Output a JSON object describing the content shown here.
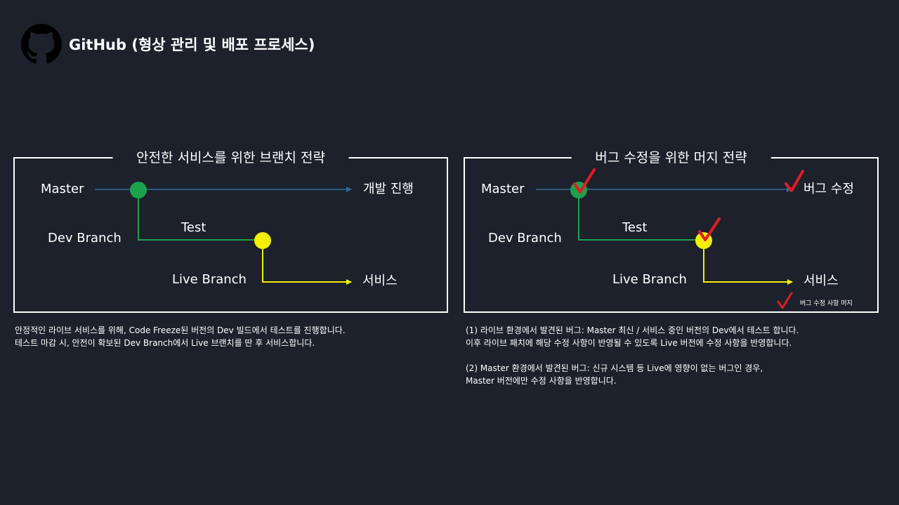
{
  "header": {
    "logo_icon": "github-octocat-icon",
    "title": "GitHub (형상 관리 및 배포 프로세스)"
  },
  "colors": {
    "background": "#1c212b",
    "master_line": "#2f6a9a",
    "dev_branch": "#1aa34a",
    "live_branch": "#f5ef00",
    "check_mark": "#e21b25"
  },
  "left_panel": {
    "title": "안전한 서비스를 위한 브랜치 전략",
    "labels": {
      "master": "Master",
      "dev_branch": "Dev Branch",
      "test": "Test",
      "live_branch": "Live Branch",
      "develop": "개발 진행",
      "service": "서비스"
    },
    "notes": [
      "안정적인 라이브 서비스를 위해, Code Freeze된 버전의 Dev 빌드에서 테스트를 진행합니다.",
      "테스트 마감 시, 안전이 확보된 Dev Branch에서 Live 브랜치를 딴 후 서비스합니다."
    ]
  },
  "right_panel": {
    "title": "버그 수정을 위한 머지 전략",
    "labels": {
      "master": "Master",
      "dev_branch": "Dev Branch",
      "test": "Test",
      "live_branch": "Live Branch",
      "bug_fix": "버그 수정",
      "service": "서비스",
      "legend": "버그 수정 사항 머지"
    },
    "notes": [
      "(1) 라이브 환경에서 발견된 버그: Master 최신 / 서비스 중인 버전의 Dev에서 테스트 합니다.",
      "이후 라이브 패치에 해당 수정 사항이 반영될 수 있도록 Live 버전에 수정 사항을 반영합니다.",
      "(2) Master 환경에서 발견된 버그: 신규 시스템 등 Live에 영향이 없는 버그인 경우,",
      "Master 버전에만 수정 사항을 반영합니다."
    ]
  }
}
